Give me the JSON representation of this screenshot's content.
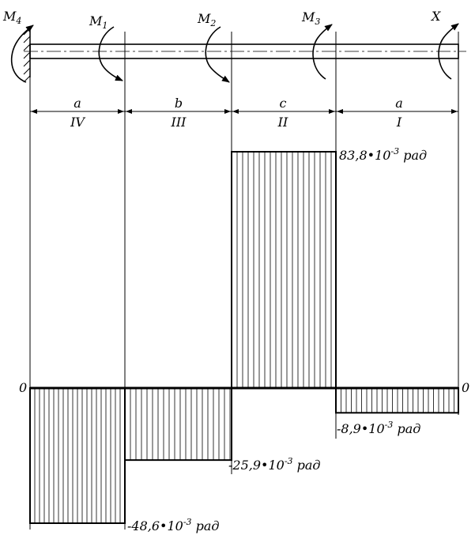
{
  "moments": [
    {
      "name": "M",
      "sub": "4"
    },
    {
      "name": "M",
      "sub": "1"
    },
    {
      "name": "M",
      "sub": "2"
    },
    {
      "name": "M",
      "sub": "3"
    },
    {
      "name": "X",
      "sub": ""
    }
  ],
  "segments": [
    {
      "length": "a",
      "roman": "IV"
    },
    {
      "length": "b",
      "roman": "III"
    },
    {
      "length": "c",
      "roman": "II"
    },
    {
      "length": "a",
      "roman": "I"
    }
  ],
  "zero_left": "0",
  "zero_right": "0",
  "unit": "рад",
  "chart_data": {
    "type": "bar",
    "categories": [
      "IV",
      "III",
      "II",
      "I"
    ],
    "values": [
      -48.6,
      -25.9,
      83.8,
      -8.9
    ],
    "value_labels": [
      {
        "value": "-48,6",
        "power": "-3"
      },
      {
        "value": "-25,9",
        "power": "-3"
      },
      {
        "value": "83,8",
        "power": "-3"
      },
      {
        "value": "-8,9",
        "power": "-3"
      }
    ],
    "multiplier": "10",
    "ylim": [
      -48.6,
      83.8
    ]
  }
}
